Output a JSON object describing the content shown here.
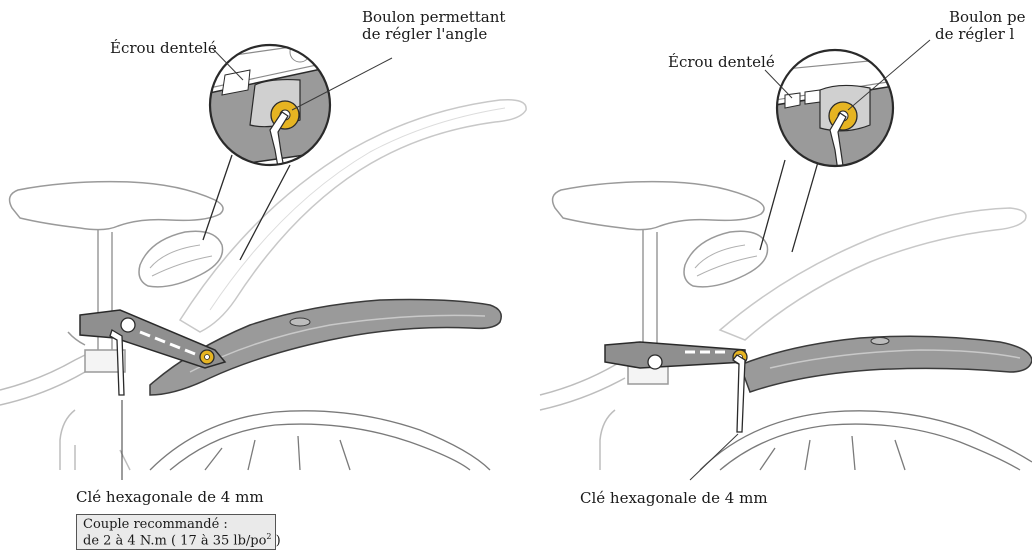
{
  "left_panel": {
    "serrated_nut_label": "Écrou dentelé",
    "angle_bolt_label_line1": "Boulon permettant",
    "angle_bolt_label_line2": "de régler l'angle",
    "hex_key_label": "Clé hexagonale de 4 mm",
    "torque": {
      "line1": "Couple recommandé :",
      "line2_prefix": "de 2 à 4  N.m ( 17 à 35 lb/po",
      "line2_sup": "2",
      "line2_suffix": " )"
    }
  },
  "right_panel": {
    "serrated_nut_label": "Écrou dentelé",
    "angle_bolt_label_line1": "Boulon pe",
    "angle_bolt_label_line2": "de régler l",
    "hex_key_label": "Clé hexagonale de 4 mm"
  },
  "colors": {
    "line": "#3a3a3a",
    "faint": "#c8c8c8",
    "fender": "#9a9a9a",
    "bolt": "#e6b422"
  }
}
